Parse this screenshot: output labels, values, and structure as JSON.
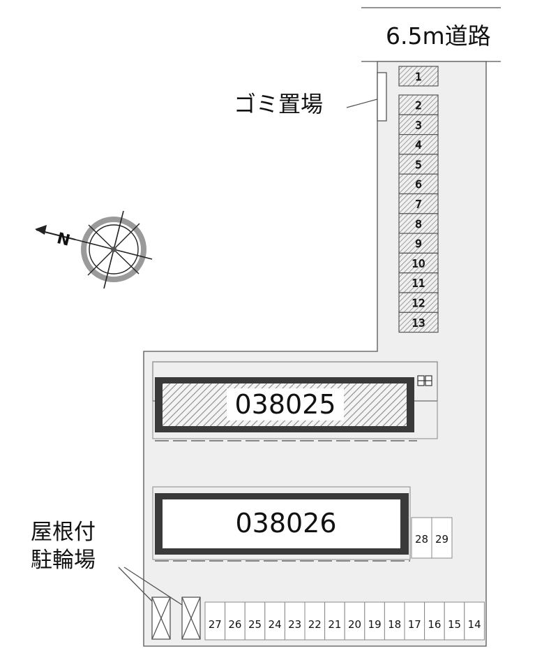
{
  "road": {
    "label": "6.5m道路"
  },
  "labels": {
    "garbage": "ゴミ置場",
    "bike_line1": "屋根付",
    "bike_line2": "駐輪場",
    "compass_north": "N"
  },
  "buildings": [
    {
      "id": "038025",
      "style": "hatched"
    },
    {
      "id": "038026",
      "style": "plain"
    }
  ],
  "parking": {
    "column_spaces": [
      "1",
      "2",
      "3",
      "4",
      "5",
      "6",
      "7",
      "8",
      "9",
      "10",
      "11",
      "12",
      "13"
    ],
    "bottom_row_spaces": [
      "27",
      "26",
      "25",
      "24",
      "23",
      "22",
      "21",
      "20",
      "19",
      "18",
      "17",
      "16",
      "15",
      "14"
    ],
    "side_spaces": [
      "28",
      "29"
    ]
  },
  "colors": {
    "lot_fill": "#efefef",
    "outline": "#555555",
    "building_wall": "#3a3a3a",
    "hatch": "#8a8a8a",
    "text": "#111111"
  }
}
